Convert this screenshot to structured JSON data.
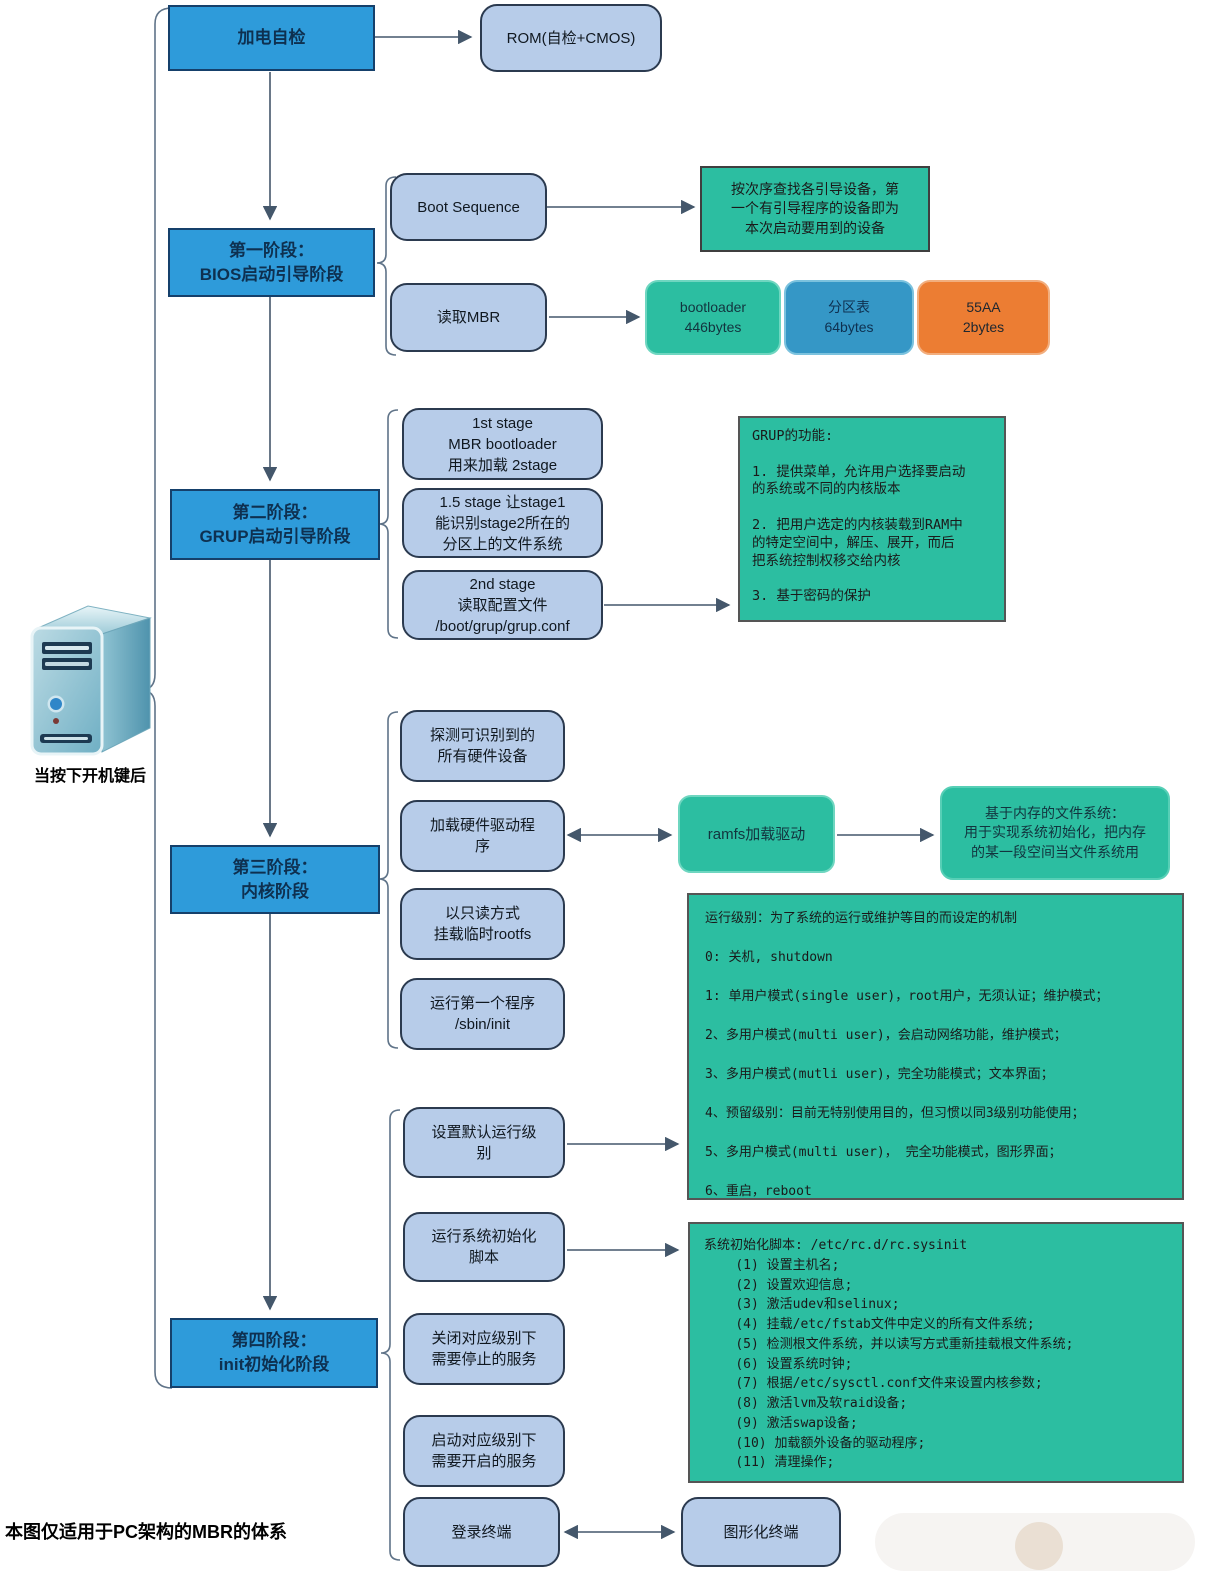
{
  "colors": {
    "stage_blue": "#2E9BDA",
    "light_blue": "#B7CCE9",
    "teal_green": "#2CBEA1",
    "partition_blue": "#3597C6",
    "orange": "#EC7D33"
  },
  "trigger": {
    "label": "当按下开机键后"
  },
  "footnote": "本图仅适用于PC架构的MBR的体系",
  "post": {
    "label": "加电自检"
  },
  "rom": {
    "label": "ROM(自检+CMOS)"
  },
  "stage1": {
    "label": "第一阶段：\nBIOS启动引导阶段",
    "boot_sequence": "Boot Sequence",
    "boot_sequence_desc": "按次序查找各引导设备，第\n一个有引导程序的设备即为\n本次启动要用到的设备",
    "read_mbr": "读取MBR",
    "mbr_parts": [
      {
        "label": "bootloader\n446bytes",
        "color": "#2CBEA1"
      },
      {
        "label": "分区表\n64bytes",
        "color": "#3597C6"
      },
      {
        "label": "55AA\n2bytes",
        "color": "#EC7D33"
      }
    ]
  },
  "stage2": {
    "label": "第二阶段：\nGRUP启动引导阶段",
    "items": [
      "1st stage\nMBR bootloader\n用来加载  2stage",
      "1.5 stage  让stage1\n能识别stage2所在的\n分区上的文件系统",
      "2nd stage\n读取配置文件\n/boot/grup/grup.conf"
    ],
    "grub_functions": "GRUP的功能:\n\n1. 提供菜单，允许用户选择要启动\n的系统或不同的内核版本\n\n2. 把用户选定的内核装载到RAM中\n的特定空间中，解压、展开，而后\n把系统控制权移交给内核\n\n3. 基于密码的保护"
  },
  "stage3": {
    "label": "第三阶段：\n内核阶段",
    "items": [
      "探测可识别到的\n所有硬件设备",
      "加载硬件驱动程\n序",
      "以只读方式\n挂载临时rootfs",
      "运行第一个程序\n/sbin/init"
    ],
    "ramfs": "ramfs加载驱动",
    "ramfs_desc": "基于内存的文件系统：\n用于实现系统初始化，把内存\n的某一段空间当文件系统用"
  },
  "stage4": {
    "label": "第四阶段：\ninit初始化阶段",
    "items": [
      "设置默认运行级\n别",
      "运行系统初始化\n脚本",
      "关闭对应级别下\n需要停止的服务",
      "启动对应级别下\n需要开启的服务",
      "登录终端"
    ],
    "gui_terminal": "图形化终端",
    "runlevels": "运行级别：为了系统的运行或维护等目的而设定的机制\n\n0: 关机, shutdown\n\n1: 单用户模式(single user)，root用户，无须认证；维护模式；\n\n2、多用户模式(multi user)，会启动网络功能，维护模式；\n\n3、多用户模式(mutli user)，完全功能模式；文本界面；\n\n4、预留级别：目前无特别使用目的，但习惯以同3级别功能使用；\n\n5、多用户模式(multi user)， 完全功能模式，图形界面；\n\n6、重启，reboot",
    "sysinit": "系统初始化脚本: /etc/rc.d/rc.sysinit\n    (1) 设置主机名;\n    (2) 设置欢迎信息;\n    (3) 激活udev和selinux;\n    (4) 挂载/etc/fstab文件中定义的所有文件系统;\n    (5) 检测根文件系统，并以读写方式重新挂载根文件系统;\n    (6) 设置系统时钟;\n    (7) 根据/etc/sysctl.conf文件来设置内核参数;\n    (8) 激活lvm及软raid设备;\n    (9) 激活swap设备;\n    (10) 加载额外设备的驱动程序;\n    (11) 清理操作;"
  }
}
